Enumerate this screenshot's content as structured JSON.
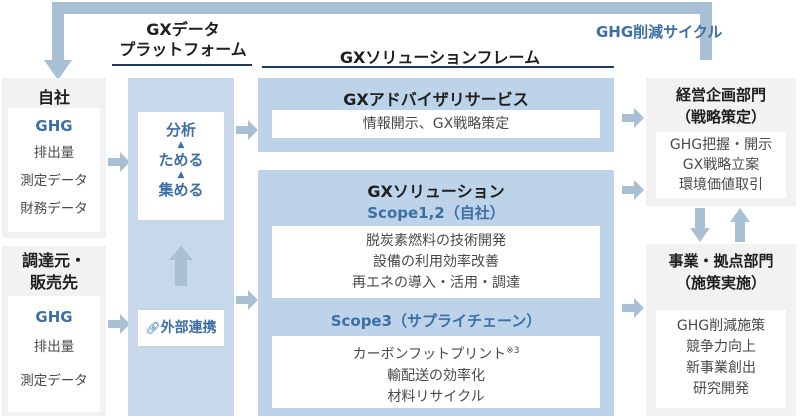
{
  "cycle_label": "GHG削減サイクル",
  "column_headers": {
    "platform": [
      "GXデータ",
      "プラットフォーム"
    ],
    "solution": "GXソリューションフレーム"
  },
  "own_company": {
    "title": "自社",
    "ghg": "GHG",
    "items": [
      "排出量",
      "測定データ",
      "財務データ"
    ]
  },
  "suppliers": {
    "title": [
      "調達元・",
      "販売先"
    ],
    "ghg": "GHG",
    "items": [
      "排出量",
      "測定データ"
    ]
  },
  "platform": {
    "steps": [
      "分析",
      "ためる",
      "集める"
    ],
    "external": "外部連携"
  },
  "advisory": {
    "title": "GXアドバイザリサービス",
    "body": "情報開示、GX戦略策定"
  },
  "solution": {
    "title": "GXソリューション",
    "scope12_title": "Scope1,2（自社）",
    "scope12_items": [
      "脱炭素燃料の技術開発",
      "設備の利用効率改善",
      "再エネの導入・活用・調達"
    ],
    "scope3_title": "Scope3（サプライチェーン）",
    "scope3_items": [
      "カーボンフットプリント",
      "輸配送の効率化",
      "材料リサイクル"
    ],
    "footnote": "※3"
  },
  "planning_dept": {
    "title": [
      "経営企画部門",
      "（戦略策定）"
    ],
    "items": [
      "GHG把握・開示",
      "GX戦略立案",
      "環境価値取引"
    ]
  },
  "business_dept": {
    "title": [
      "事業・拠点部門",
      "（施策実施）"
    ],
    "items": [
      "GHG削減施策",
      "競争力向上",
      "新事業創出",
      "研究開発"
    ]
  },
  "colors": {
    "arrow": "#a9bfd3",
    "platform_bg": "#c6d8ea",
    "solution_bg": "#bcd3e9",
    "panel": "#f2f2f2",
    "ghg": "#3d6fa6"
  }
}
